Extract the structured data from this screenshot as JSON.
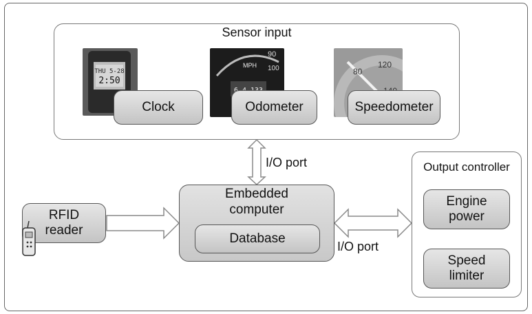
{
  "sensor_input": {
    "title": "Sensor input",
    "items": [
      "Clock",
      "Odometer",
      "Speedometer"
    ]
  },
  "io_port_top": "I/O port",
  "io_port_right": "I/O port",
  "embedded_computer": {
    "title_line1": "Embedded",
    "title_line2": "computer",
    "database": "Database"
  },
  "rfid": {
    "line1": "RFID",
    "line2": "reader"
  },
  "output_controller": {
    "title": "Output controller",
    "engine_line1": "Engine",
    "engine_line2": "power",
    "limiter_line1": "Speed",
    "limiter_line2": "limiter"
  },
  "odometer_photo_text": {
    "mph": "MPH",
    "reading": "6 4 133",
    "dial_90": "90",
    "dial_100": "100"
  },
  "clock_photo_text": {
    "time": "2:50",
    "date": "THU 5-28"
  },
  "speedometer_photo_text": [
    "80",
    "120",
    "140"
  ],
  "colors": {
    "box_fill": "#d2d2d2",
    "border": "#555555",
    "arrow_fill": "#ffffff"
  }
}
